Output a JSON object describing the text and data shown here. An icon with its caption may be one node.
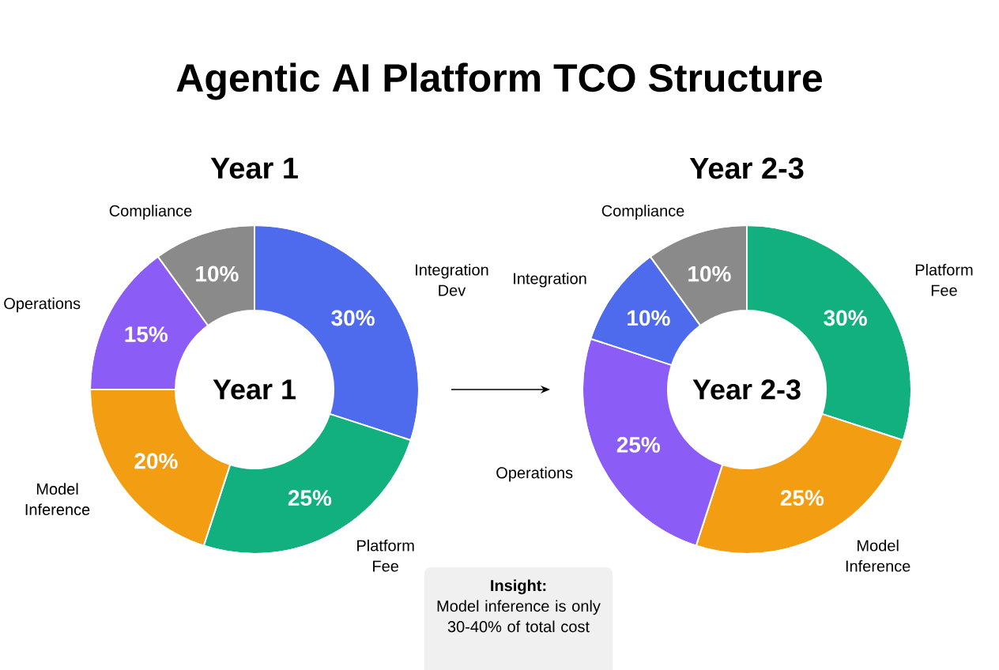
{
  "diagram": {
    "title": "Agentic AI Platform TCO Structure",
    "nodes": [
      {
        "text": [
          "Year 1",
          "Year 1"
        ]
      },
      {
        "text": [
          "30%"
        ],
        "beside": [
          "Integration Dev"
        ],
        "in": 0
      },
      {
        "text": [
          "25%"
        ],
        "beside": [
          "Platform Fee"
        ],
        "in": 0
      },
      {
        "text": [
          "20%"
        ],
        "beside": [
          "Model Inference"
        ],
        "in": 0
      },
      {
        "text": [
          "15%"
        ],
        "beside": [
          "Operations"
        ],
        "in": 0
      },
      {
        "text": [
          "10%"
        ],
        "beside": [
          "Compliance"
        ],
        "in": 0
      },
      {
        "text": [
          "Year 2-3",
          "Year 2-3"
        ]
      },
      {
        "text": [
          "30%"
        ],
        "beside": [
          "Platform Fee"
        ],
        "in": 6
      },
      {
        "text": [
          "25%"
        ],
        "beside": [
          "Model Inference"
        ],
        "in": 6
      },
      {
        "text": [
          "25%"
        ],
        "beside": [
          "Operations"
        ],
        "in": 6
      },
      {
        "text": [
          "10%"
        ],
        "beside": [
          "Integration"
        ],
        "in": 6
      },
      {
        "text": [
          "10%"
        ],
        "beside": [
          "Compliance"
        ],
        "in": 6
      },
      {
        "text": [
          "Insight:",
          "Model inference is only 30-40% of total cost"
        ]
      }
    ],
    "edges": [
      {
        "from": 0,
        "to": 6,
        "arrow": "to"
      }
    ]
  }
}
